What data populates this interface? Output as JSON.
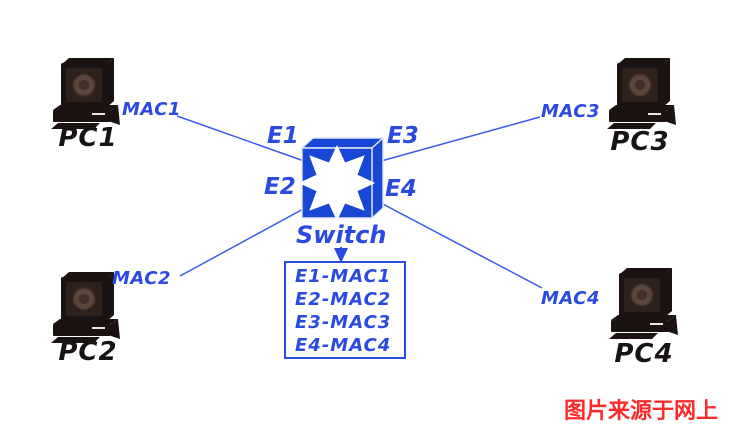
{
  "diagram": {
    "pcs": [
      {
        "id": "pc1",
        "label": "PC1",
        "mac": "MAC1"
      },
      {
        "id": "pc2",
        "label": "PC2",
        "mac": "MAC2"
      },
      {
        "id": "pc3",
        "label": "PC3",
        "mac": "MAC3"
      },
      {
        "id": "pc4",
        "label": "PC4",
        "mac": "MAC4"
      }
    ],
    "switch": {
      "label": "Switch",
      "ports": [
        "E1",
        "E2",
        "E3",
        "E4"
      ]
    },
    "mac_table": {
      "rows": [
        "E1-MAC1",
        "E2-MAC2",
        "E3-MAC3",
        "E4-MAC4"
      ]
    },
    "watermark": "图片来源于网上",
    "colors": {
      "label_blue": "#2b4ae0",
      "line_blue": "#3c5ae8",
      "switch_blue": "#1747d4",
      "pc_black": "#1b1311",
      "watermark_red": "#fc2b2b"
    }
  }
}
